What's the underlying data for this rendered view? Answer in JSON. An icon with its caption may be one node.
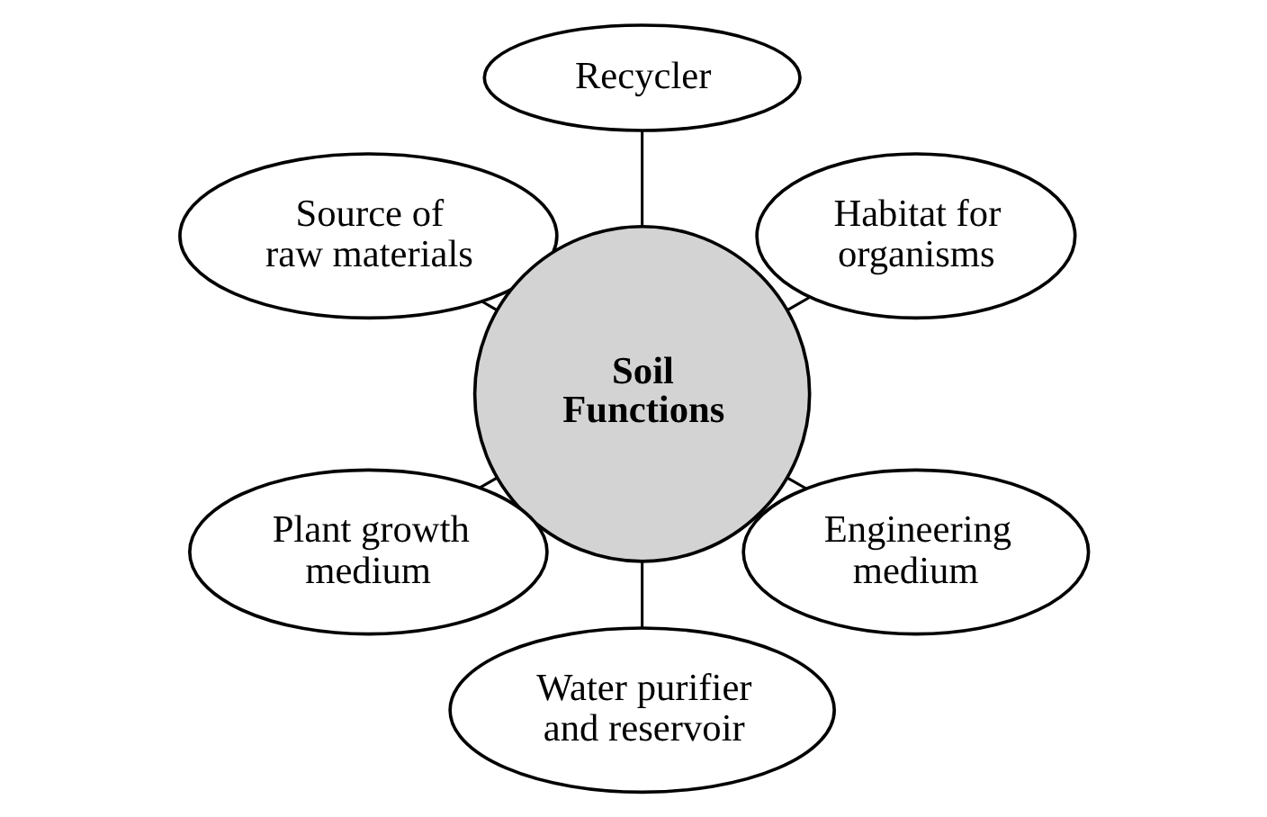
{
  "diagram": {
    "nodes": [
      {
        "text": [
          "Habitat for organisms"
        ]
      },
      {
        "text": [
          "Recycler"
        ]
      },
      {
        "text": [
          "Source of raw materials"
        ]
      },
      {
        "text": [
          "Soil Functions"
        ]
      },
      {
        "text": [
          "Plant growth medium"
        ]
      },
      {
        "text": [
          "Water purifier and reservoir"
        ]
      },
      {
        "text": [
          "Engineering medium"
        ]
      }
    ],
    "edges": [
      {
        "from": 3,
        "to": 0,
        "arrow": "none"
      },
      {
        "from": 3,
        "to": 1,
        "arrow": "none"
      },
      {
        "from": 3,
        "to": 4,
        "arrow": "none"
      },
      {
        "from": 3,
        "to": 6,
        "arrow": "none"
      },
      {
        "from": 3,
        "to": 5,
        "arrow": "none"
      },
      {
        "from": 3,
        "to": 2,
        "arrow": "none"
      }
    ]
  }
}
